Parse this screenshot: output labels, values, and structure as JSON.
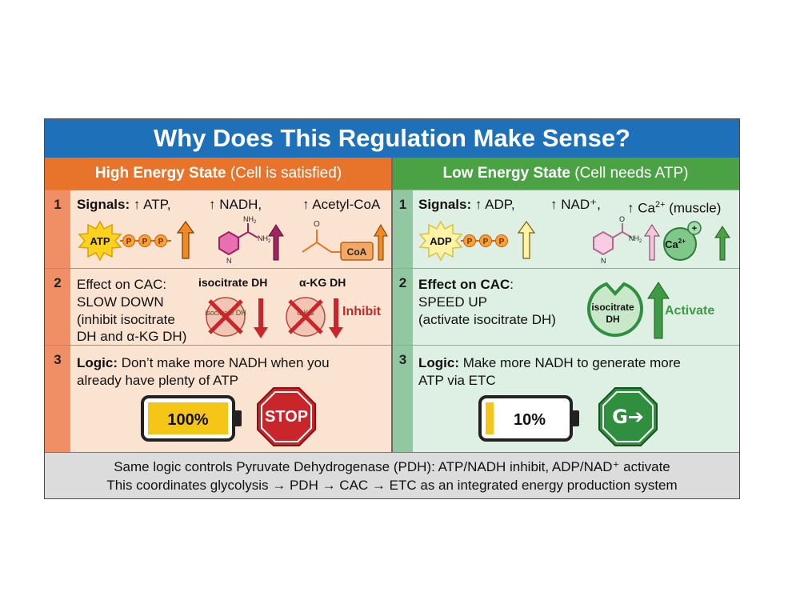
{
  "title": "Why Does This Regulation Make Sense?",
  "left": {
    "heading_bold": "High Energy State",
    "heading_rest": " (Cell is satisfied)",
    "rows": [
      {
        "num": "1",
        "label": "Signals:",
        "text": "↑ ATP,",
        "text2": "↑ NADH,",
        "text3": "↑ Acetyl-CoA"
      },
      {
        "num": "2",
        "label": "Effect on CAC:",
        "lines": [
          "SLOW DOWN",
          "(inhibit isocitrate",
          "DH and α-KG DH)"
        ],
        "enz1": "isocitrate DH",
        "enz2": "α-KG DH",
        "action": "Inhibit"
      },
      {
        "num": "3",
        "label": "Logic:",
        "text": "Don’t make more NADH when you",
        "line2": "already have plenty of ATP"
      }
    ],
    "icons": {
      "atp": "ATP",
      "p": "P",
      "nh2_top": "NH",
      "nh2_side": "NH",
      "sub2": "2",
      "n": "N",
      "o": "O",
      "coa": "CoA",
      "enz1_small": "isocitrate DH",
      "enz2_small": "α-KG"
    },
    "battery": "100%",
    "stop": "STOP"
  },
  "right": {
    "heading_bold": "Low Energy State",
    "heading_rest": " (Cell needs ATP)",
    "rows": [
      {
        "num": "1",
        "label": "Signals:",
        "text": "↑ ADP,",
        "text2": "↑ NAD⁺,",
        "text3a": "↑ Ca",
        "text3sup": "2+",
        "text3b": " (muscle)"
      },
      {
        "num": "2",
        "label": "Effect on CAC",
        "colon": ":",
        "lines": [
          "SPEED UP",
          "(activate isocitrate DH)"
        ],
        "enz": "isocitrate",
        "enz2": "DH",
        "action": "Activate"
      },
      {
        "num": "3",
        "label": "Logic:",
        "text": "Make more NADH to generate more",
        "line2": "ATP via ETC"
      }
    ],
    "icons": {
      "adp": "ADP",
      "p": "P",
      "o": "O",
      "nh2": "NH",
      "sub2": "2",
      "n": "N",
      "ca": "Ca",
      "ca_sup": "2+",
      "plus": "+"
    },
    "battery": "10%",
    "go": "G➔"
  },
  "footer": {
    "line1": "Same logic controls Pyruvate Dehydrogenase (PDH): ATP/NADH inhibit, ADP/NAD⁺ activate",
    "line2": "This coordinates glycolysis → PDH → CAC → ETC as an integrated energy production system"
  },
  "colors": {
    "title_bg": "#1e70b8",
    "left_head": "#e7742a",
    "right_head": "#4aa245",
    "left_cell": "#fbe3d2",
    "right_cell": "#deefe3",
    "inhibit": "#c8262b",
    "activate": "#3d9a45",
    "battery_full": "#f5c518",
    "stop_red": "#c8262b",
    "go_green": "#2f8f3f"
  }
}
